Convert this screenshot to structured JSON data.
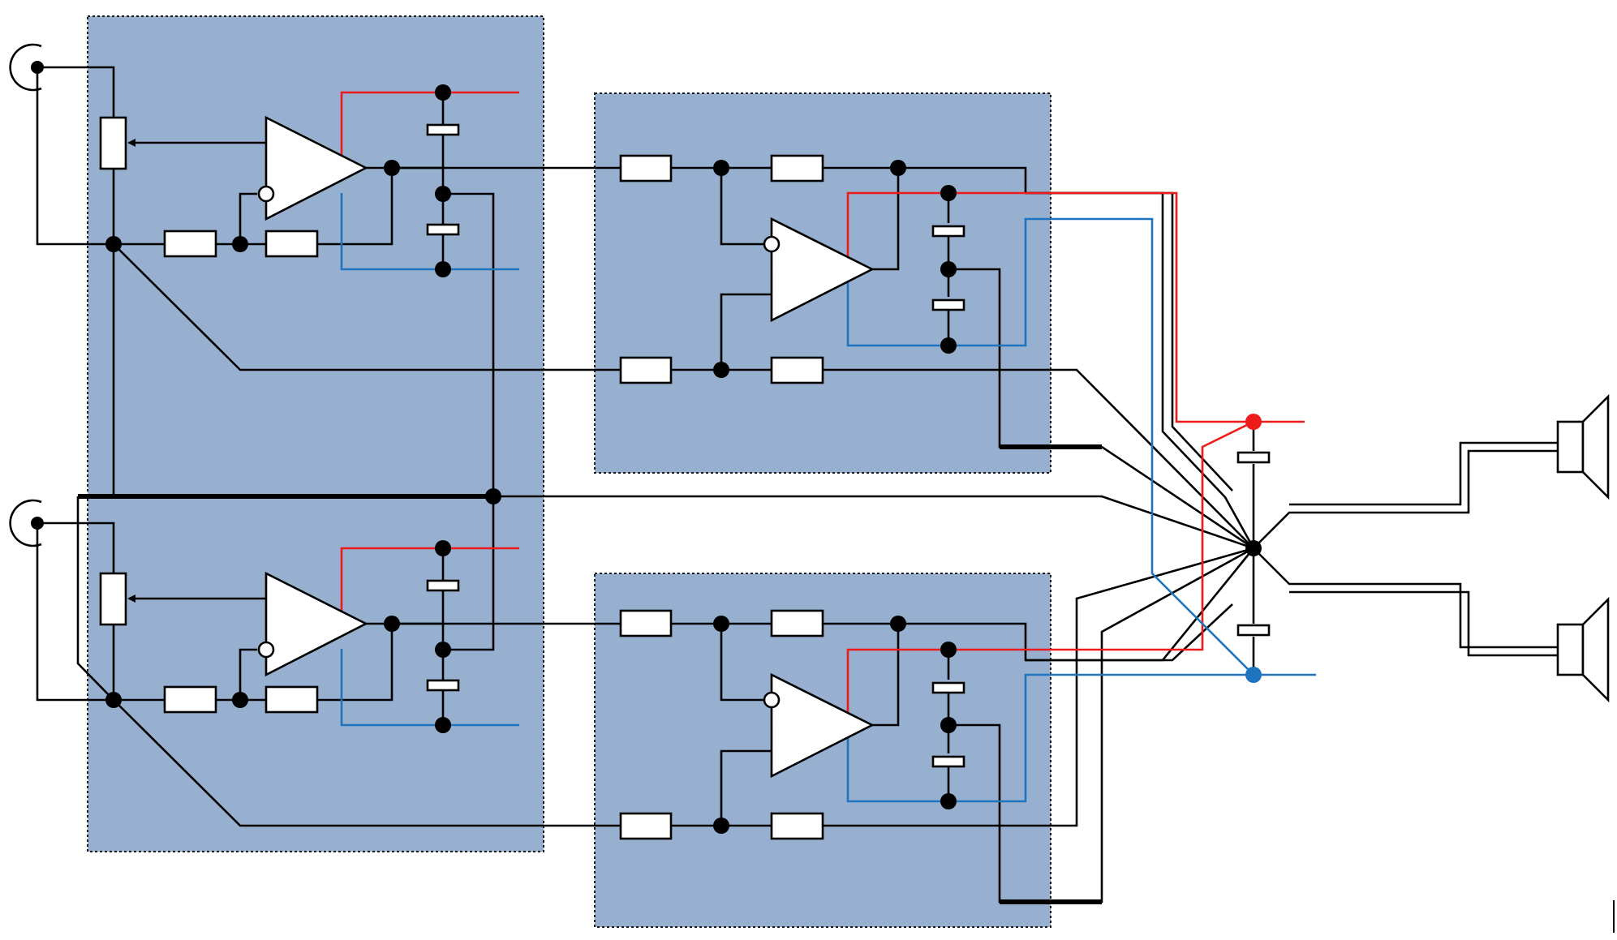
{
  "colors": {
    "background": "#ffffff",
    "block_fill": "#97b0cf",
    "block_border": "#1a1a1a",
    "wire": "#000000",
    "positive_rail": "#ee1b1b",
    "negative_rail": "#1f74bf",
    "component_fill": "#ffffff"
  },
  "diagram": {
    "kind": "stereo audio amplifier schematic",
    "blocks": [
      {
        "name": "input-stage-block",
        "channel": 1
      },
      {
        "name": "output-stage-block-top",
        "channel": 1
      },
      {
        "name": "output-stage-block-bottom",
        "channel": 2
      }
    ],
    "inputs": [
      "rca-jack-top-icon",
      "rca-jack-bottom-icon"
    ],
    "outputs": [
      "speaker-top-icon",
      "speaker-bottom-icon"
    ],
    "rails": [
      "positive-supply",
      "negative-supply",
      "ground"
    ],
    "component_icons": [
      "op-amp-icon",
      "resistor-icon",
      "capacitor-icon",
      "potentiometer-icon",
      "junction-dot-icon"
    ]
  }
}
